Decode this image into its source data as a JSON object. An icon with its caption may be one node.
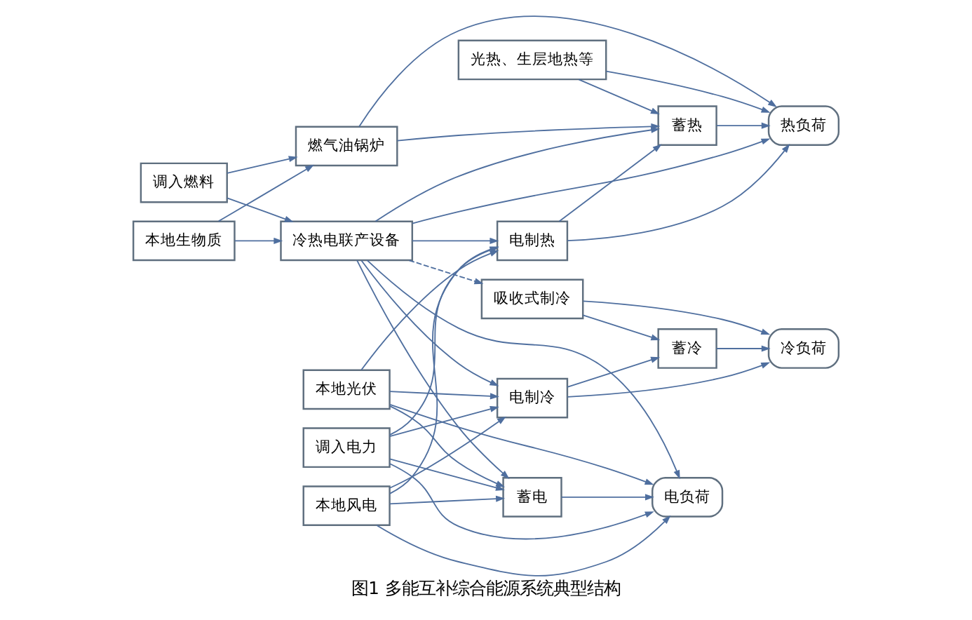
{
  "diagram": {
    "caption": "图1 多能互补综合能源系统典型结构",
    "nodes": [
      {
        "text": [
          "调入燃料"
        ]
      },
      {
        "text": [
          "燃气油锅炉"
        ]
      },
      {
        "text": [
          "冷热电联产设备"
        ]
      },
      {
        "text": [
          "本地生物质"
        ]
      },
      {
        "text": [
          "光热、生层地热等"
        ]
      },
      {
        "text": [
          "热负荷"
        ]
      },
      {
        "text": [
          "电制热"
        ]
      },
      {
        "text": [
          "蓄热"
        ]
      },
      {
        "text": [
          "吸收式制冷"
        ]
      },
      {
        "text": [
          "冷负荷"
        ]
      },
      {
        "text": [
          "电制冷"
        ]
      },
      {
        "text": [
          "蓄冷"
        ]
      },
      {
        "text": [
          "调入电力"
        ]
      },
      {
        "text": [
          "本地光伏"
        ]
      },
      {
        "text": [
          "本地风电"
        ]
      },
      {
        "text": [
          "电负荷"
        ]
      },
      {
        "text": [
          "蓄电"
        ]
      }
    ],
    "edges": [
      {
        "from": 0,
        "to": 1,
        "arrow": "to"
      },
      {
        "from": 0,
        "to": 2,
        "arrow": "to"
      },
      {
        "from": 3,
        "to": 1,
        "arrow": "to"
      },
      {
        "from": 3,
        "to": 2,
        "arrow": "to"
      },
      {
        "from": 1,
        "to": 5,
        "arrow": "to"
      },
      {
        "from": 2,
        "to": 5,
        "arrow": "to"
      },
      {
        "from": 4,
        "to": 5,
        "arrow": "to"
      },
      {
        "from": 6,
        "to": 5,
        "arrow": "to"
      },
      {
        "from": 1,
        "to": 7,
        "arrow": "to"
      },
      {
        "from": 2,
        "to": 7,
        "arrow": "to"
      },
      {
        "from": 4,
        "to": 7,
        "arrow": "to"
      },
      {
        "from": 6,
        "to": 7,
        "arrow": "to"
      },
      {
        "from": 7,
        "to": 5,
        "arrow": "to"
      },
      {
        "from": 2,
        "to": 8,
        "arrow": "to",
        "style": "dashed"
      },
      {
        "from": 8,
        "to": 9,
        "arrow": "to"
      },
      {
        "from": 10,
        "to": 9,
        "arrow": "to"
      },
      {
        "from": 8,
        "to": 11,
        "arrow": "to"
      },
      {
        "from": 10,
        "to": 11,
        "arrow": "to"
      },
      {
        "from": 11,
        "to": 9,
        "arrow": "to"
      },
      {
        "from": 12,
        "to": 6,
        "arrow": "to"
      },
      {
        "from": 13,
        "to": 6,
        "arrow": "to"
      },
      {
        "from": 14,
        "to": 6,
        "arrow": "to"
      },
      {
        "from": 2,
        "to": 6,
        "arrow": "to"
      },
      {
        "from": 12,
        "to": 10,
        "arrow": "to"
      },
      {
        "from": 13,
        "to": 10,
        "arrow": "to"
      },
      {
        "from": 14,
        "to": 10,
        "arrow": "to"
      },
      {
        "from": 2,
        "to": 10,
        "arrow": "to"
      },
      {
        "from": 12,
        "to": 15,
        "arrow": "to"
      },
      {
        "from": 13,
        "to": 15,
        "arrow": "to"
      },
      {
        "from": 14,
        "to": 15,
        "arrow": "to"
      },
      {
        "from": 2,
        "to": 15,
        "arrow": "to"
      },
      {
        "from": 12,
        "to": 16,
        "arrow": "to"
      },
      {
        "from": 13,
        "to": 16,
        "arrow": "to"
      },
      {
        "from": 14,
        "to": 16,
        "arrow": "to"
      },
      {
        "from": 2,
        "to": 16,
        "arrow": "to"
      },
      {
        "from": 16,
        "to": 15,
        "arrow": "to"
      }
    ]
  }
}
